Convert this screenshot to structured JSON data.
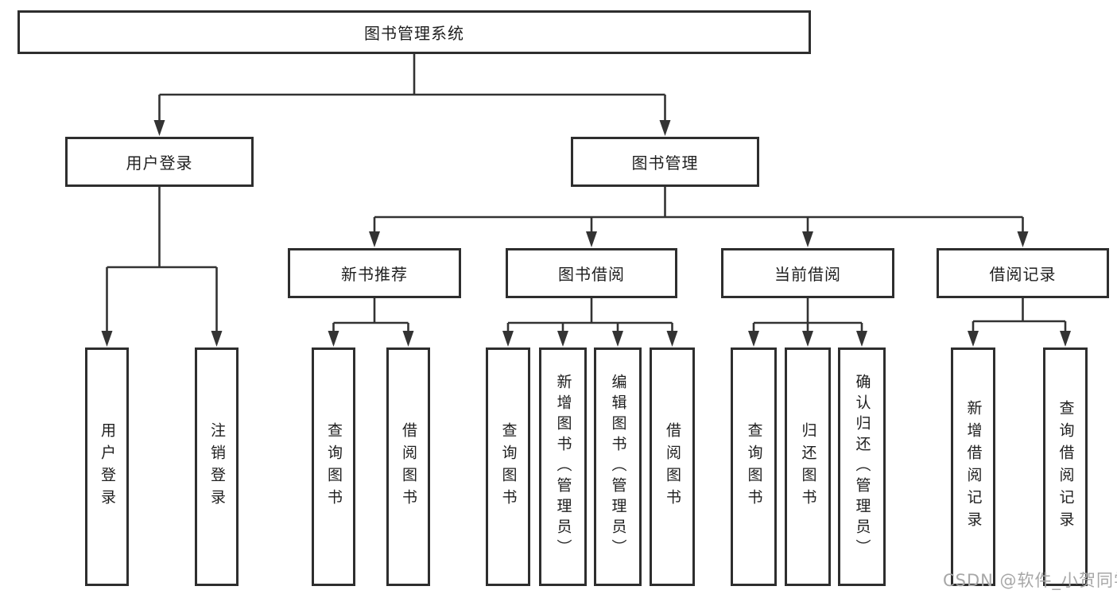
{
  "diagram": {
    "title": "图书管理系统",
    "type": "hierarchy-diagram",
    "colors": {
      "line": "#333333",
      "box_border": "#2e2e2e",
      "text": "#1f1f1f",
      "background": "#ffffff",
      "watermark": "#a7a7a7"
    },
    "tree": {
      "root": {
        "label": "图书管理系统"
      },
      "branches": [
        {
          "label": "用户登录",
          "children": [
            {
              "label": "用户登录"
            },
            {
              "label": "注销登录"
            }
          ]
        },
        {
          "label": "图书管理",
          "children": [
            {
              "label": "新书推荐",
              "children": [
                {
                  "label": "查询图书"
                },
                {
                  "label": "借阅图书"
                }
              ]
            },
            {
              "label": "图书借阅",
              "children": [
                {
                  "label": "查询图书"
                },
                {
                  "label": "新增图书（管理员）"
                },
                {
                  "label": "编辑图书（管理员）"
                },
                {
                  "label": "借阅图书"
                }
              ]
            },
            {
              "label": "当前借阅",
              "children": [
                {
                  "label": "查询图书"
                },
                {
                  "label": "归还图书"
                },
                {
                  "label": "确认归还（管理员）"
                }
              ]
            },
            {
              "label": "借阅记录",
              "children": [
                {
                  "label": "新增借阅记录"
                },
                {
                  "label": "查询借阅记录"
                }
              ]
            }
          ]
        }
      ]
    }
  },
  "watermark": {
    "text": "CSDN @软件_小贺同学"
  }
}
